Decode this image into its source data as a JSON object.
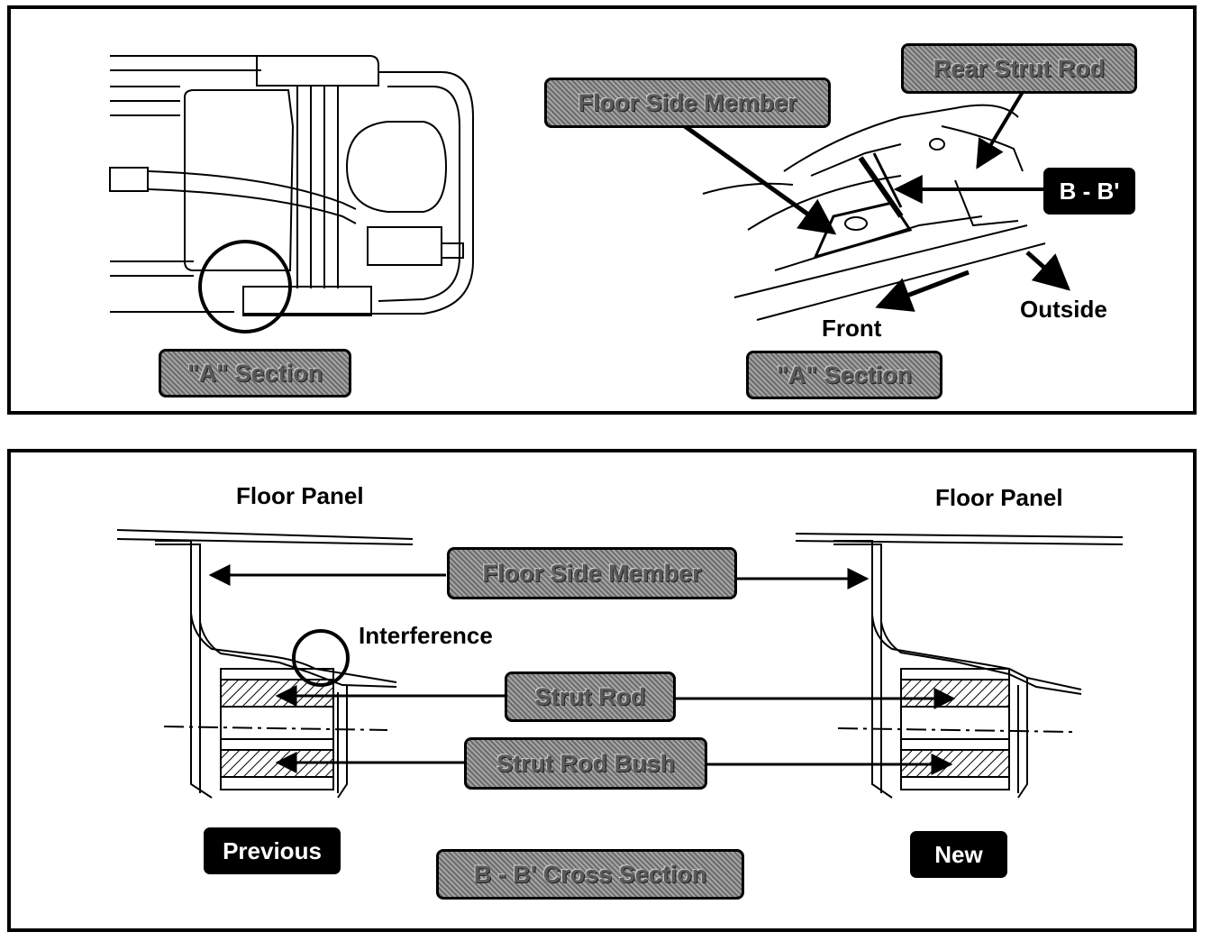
{
  "top_panel": {
    "left_section_label": "\"A\" Section",
    "floor_side_member_label": "Floor Side Member",
    "rear_strut_rod_label": "Rear Strut Rod",
    "b_b_label": "B - B'",
    "outside_label": "Outside",
    "front_label": "Front",
    "right_section_label": "\"A\" Section"
  },
  "bottom_panel": {
    "floor_panel_left": "Floor Panel",
    "floor_panel_right": "Floor Panel",
    "floor_side_member_label": "Floor Side Member",
    "interference_label": "Interference",
    "strut_rod_label": "Strut Rod",
    "strut_rod_bush_label": "Strut Rod Bush",
    "previous_label": "Previous",
    "new_label": "New",
    "cross_section_label": "B - B' Cross Section"
  }
}
